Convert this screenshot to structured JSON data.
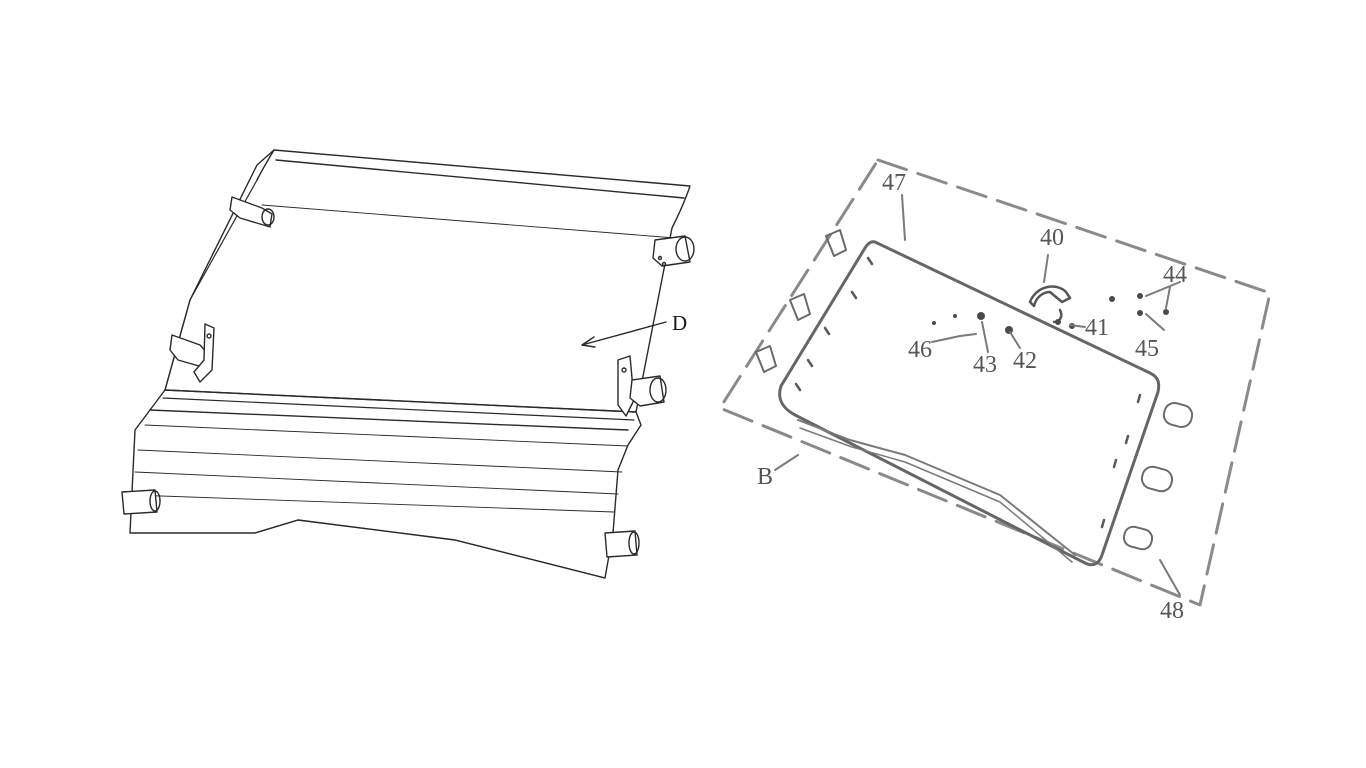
{
  "left_view": {
    "callout_d": "D"
  },
  "right_view": {
    "callouts": {
      "c40": "40",
      "c41": "41",
      "c42": "42",
      "c43": "43",
      "c44": "44",
      "c45": "45",
      "c46": "46",
      "c47": "47",
      "c48": "48",
      "cB": "B"
    }
  },
  "colors": {
    "line_dark": "#2a2a2a",
    "line_light": "#7a7a7a",
    "background": "#ffffff"
  }
}
